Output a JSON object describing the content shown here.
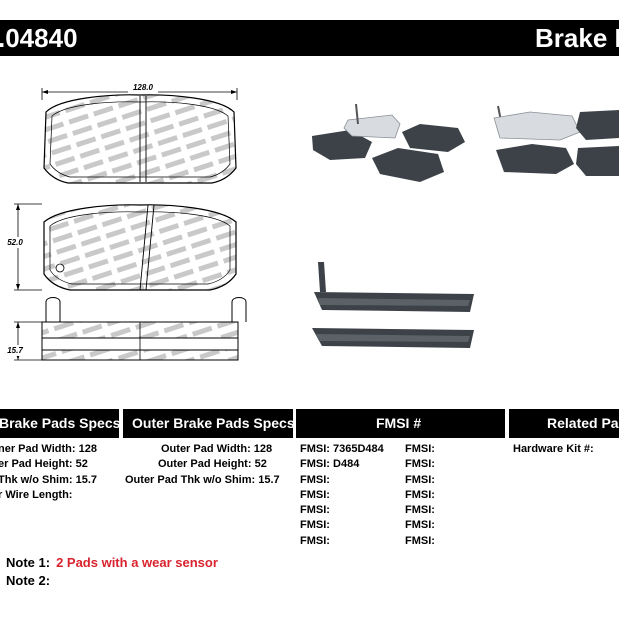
{
  "header": {
    "part_number": ".04840",
    "title": "Brake F"
  },
  "drawing": {
    "dim_width": "128.0",
    "dim_height": "52.0",
    "dim_thickness": "15.7",
    "pad_logo_text": "STOPTECH"
  },
  "table_headers": {
    "inner": "Brake Pads Specs",
    "outer": "Outer Brake Pads Specs",
    "fmsi": "FMSI #",
    "related": "Related Pa"
  },
  "inner_specs": [
    {
      "label": "ner Pad Width:",
      "value": "128"
    },
    {
      "label": "er Pad Height:",
      "value": "52"
    },
    {
      "label": "Thk w/o Shim:",
      "value": "15.7"
    },
    {
      "label": "r Wire Length:",
      "value": ""
    }
  ],
  "outer_specs": [
    {
      "label": "Outer Pad Width:",
      "value": "128"
    },
    {
      "label": "Outer Pad Height:",
      "value": "52"
    },
    {
      "label": "Outer Pad Thk w/o Shim:",
      "value": "15.7"
    }
  ],
  "fmsi_col1": [
    {
      "label": "FMSI:",
      "value": "7365D484"
    },
    {
      "label": "FMSI:",
      "value": "D484"
    },
    {
      "label": "FMSI:",
      "value": ""
    },
    {
      "label": "FMSI:",
      "value": ""
    },
    {
      "label": "FMSI:",
      "value": ""
    },
    {
      "label": "FMSI:",
      "value": ""
    },
    {
      "label": "FMSI:",
      "value": ""
    }
  ],
  "fmsi_col2": [
    "FMSI:",
    "FMSI:",
    "FMSI:",
    "FMSI:",
    "FMSI:",
    "FMSI:",
    "FMSI:"
  ],
  "related": {
    "label": "Hardware Kit #:",
    "value": ""
  },
  "notes": [
    {
      "label": "Note 1:",
      "value": "2 Pads with a wear sensor"
    },
    {
      "label": "Note 2:",
      "value": ""
    }
  ],
  "colors": {
    "header_bg": "#000000",
    "note_text": "#d9232e",
    "pad_dark": "#3c4247",
    "pad_light": "#d8dce0"
  }
}
